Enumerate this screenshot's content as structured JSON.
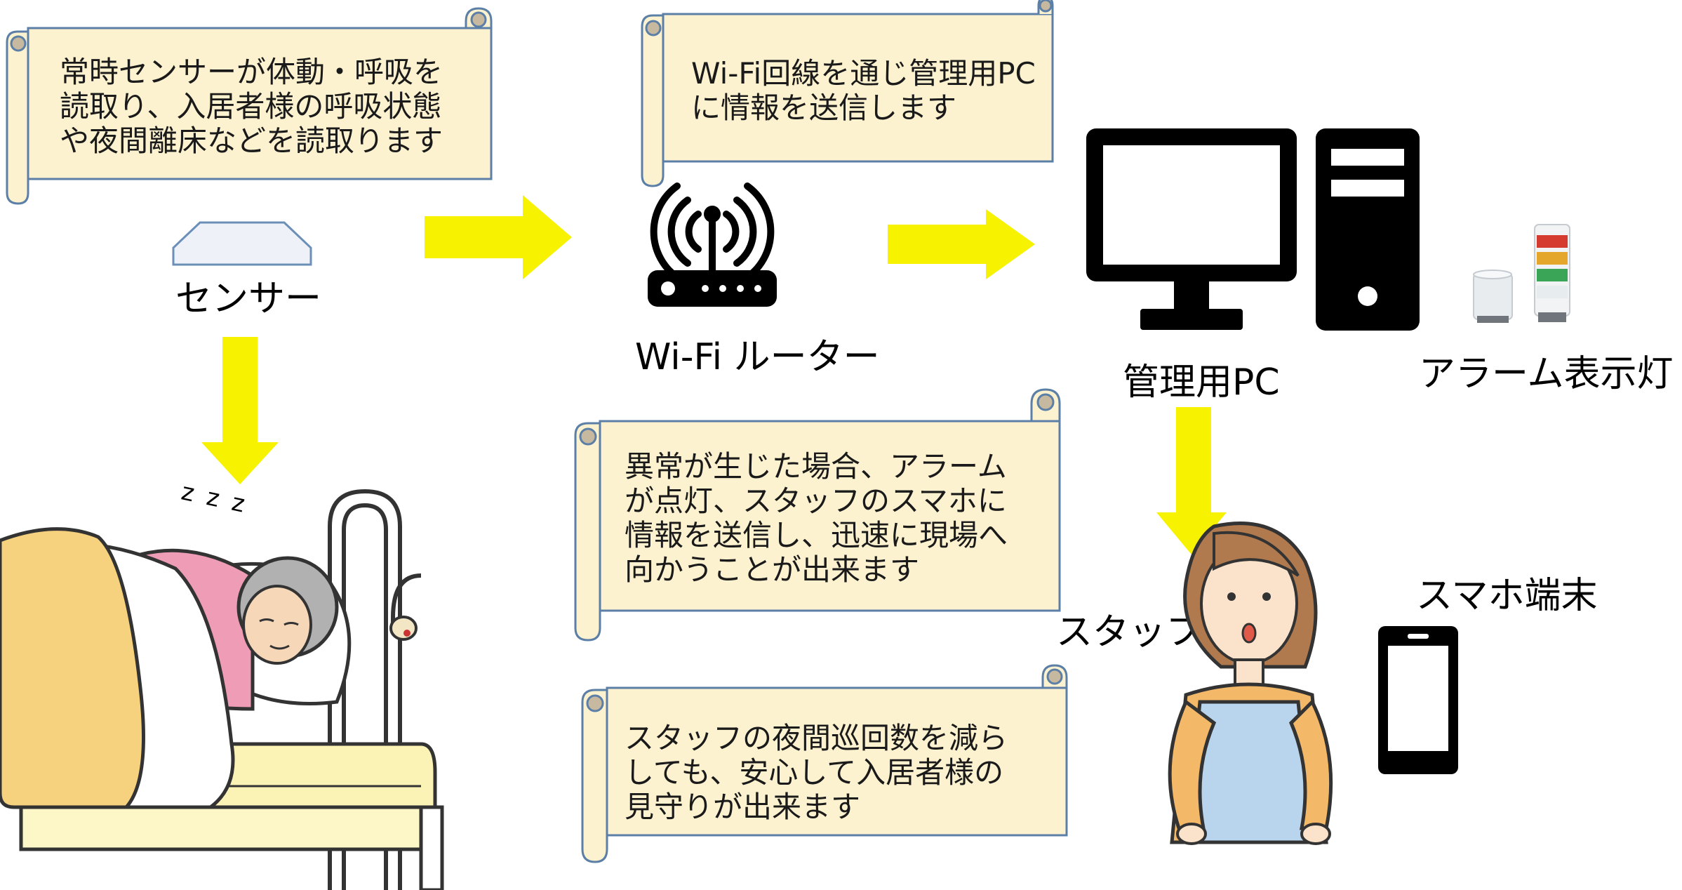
{
  "scrolls": {
    "sensor_note": "常時センサーが体動・呼吸を\n読取り、入居者様の呼吸状態\nや夜間離床などを読取ります",
    "wifi_note": "Wi-Fi回線を通じ管理用PC\nに情報を送信します",
    "alarm_note": "異常が生じた場合、アラーム\nが点灯、スタッフのスマホに\n情報を送信し、迅速に現場へ\n向かうことが出来ます",
    "staff_note": "スタッフの夜間巡回数を減ら\nしても、安心して入居者様の\n見守りが出来ます"
  },
  "labels": {
    "sensor": "センサー",
    "router": "Wi-Fi ルーター",
    "pc": "管理用PC",
    "alarm_light": "アラーム表示灯",
    "staff": "スタッフ",
    "smartphone": "スマホ端末"
  },
  "sleep_text": "z z z",
  "colors": {
    "scroll_fill": "#fdf2d0",
    "scroll_stroke": "#5b7fa6",
    "arrow": "#f7f200",
    "device": "#000000",
    "blanket": "#f7d27e",
    "pajama": "#ef9db6",
    "apron": "#b9d5ee",
    "hair": "#b07a4e"
  },
  "icons": [
    "sensor-icon",
    "wifi-router-icon",
    "desktop-pc-icon",
    "alarm-light-icon",
    "smartphone-icon"
  ]
}
